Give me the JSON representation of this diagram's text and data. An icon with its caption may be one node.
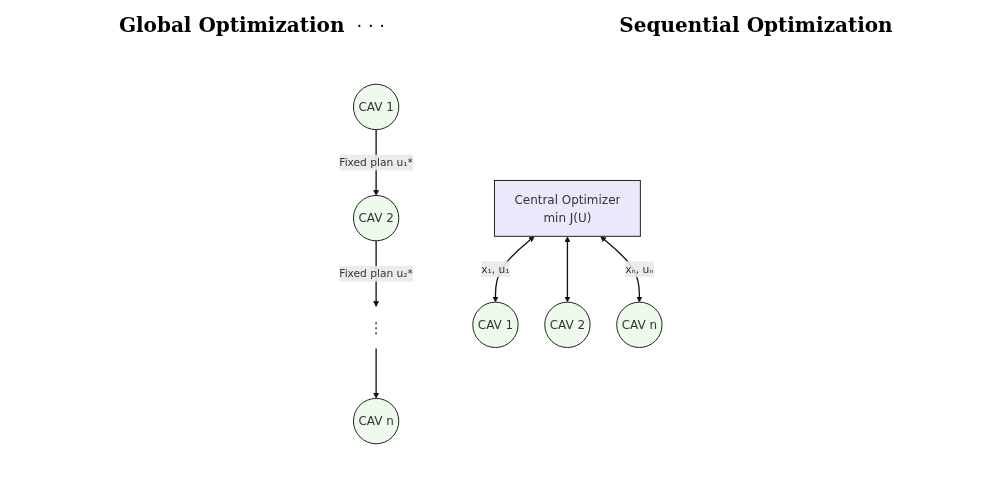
{
  "diagram": {
    "nodes": [
      {
        "text": [
          "Central Optimizer",
          "min J(U)"
        ]
      },
      {
        "text": [
          "CAV 1"
        ]
      },
      {
        "text": [
          "CAV 2"
        ]
      },
      {
        "text": [
          "CAV n"
        ]
      },
      {
        "text": [
          "CAV 1"
        ]
      },
      {
        "text": [
          "CAV 2"
        ]
      },
      {
        "text": [
          "⋮"
        ]
      },
      {
        "text": [
          "CAV n"
        ]
      }
    ],
    "edges": [
      {
        "from": 0,
        "to": 1,
        "arrow": "both",
        "label": "x₁, u₁"
      },
      {
        "from": 0,
        "to": 2,
        "arrow": "both"
      },
      {
        "from": 0,
        "to": 3,
        "arrow": "both",
        "label": "xₙ, uₙ"
      },
      {
        "from": 4,
        "to": 5,
        "arrow": "to",
        "label": "Fixed plan u₁*"
      },
      {
        "from": 5,
        "to": 6,
        "arrow": "to",
        "label": "Fixed plan u₂*"
      },
      {
        "from": 6,
        "to": 7,
        "arrow": "to"
      }
    ],
    "labels": [
      "Global Optimization",
      "Sequential Optimization",
      "· · ·"
    ]
  }
}
